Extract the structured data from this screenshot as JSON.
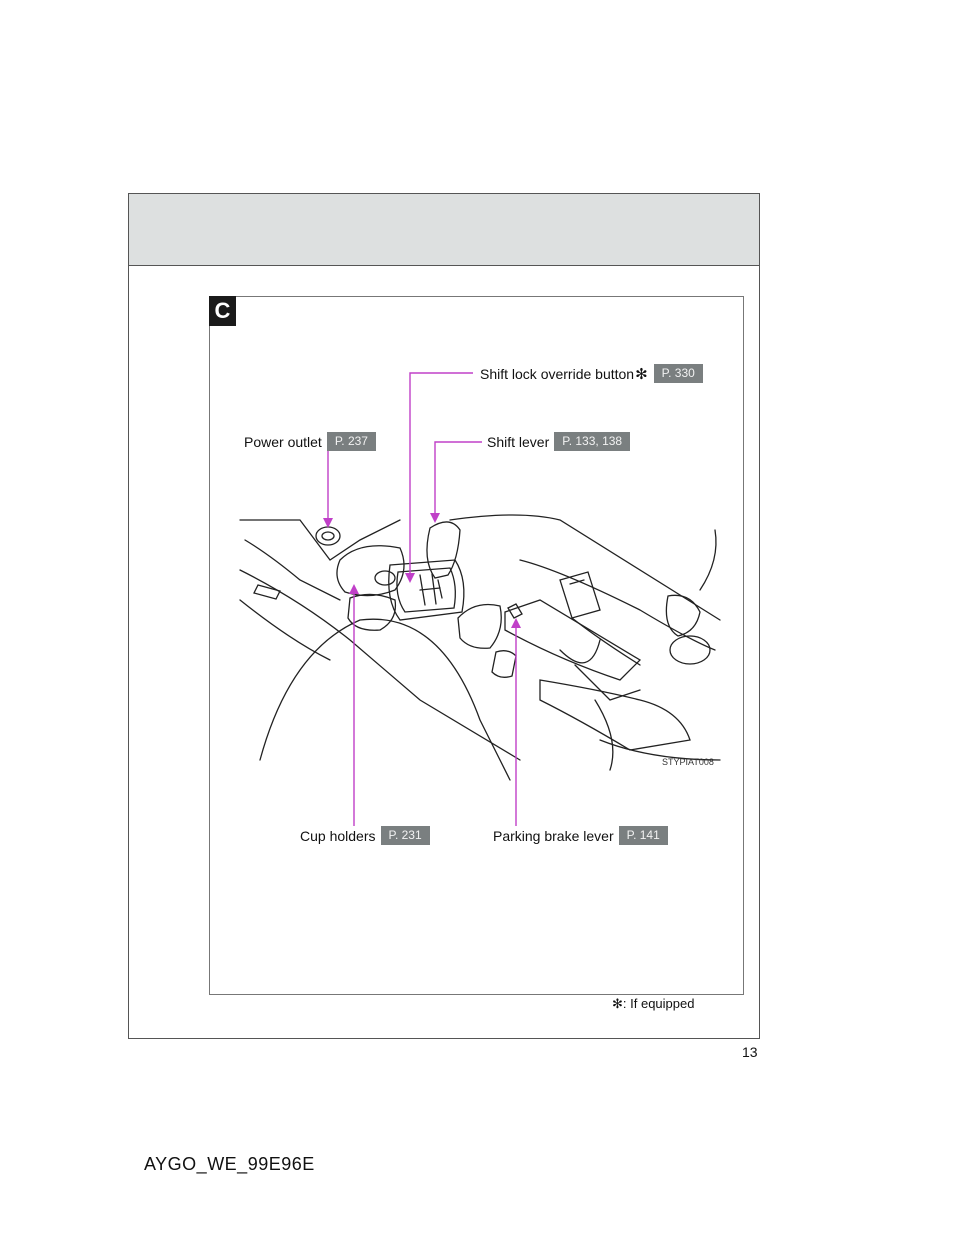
{
  "section_tab": "C",
  "callouts": {
    "shift_lock": {
      "label": "Shift lock override button",
      "mark": "✻",
      "ref": "P. 330"
    },
    "power_outlet": {
      "label": "Power outlet",
      "ref": "P. 237"
    },
    "shift_lever": {
      "label": "Shift lever",
      "ref": "P. 133, 138"
    },
    "cup_holders": {
      "label": "Cup holders",
      "ref": "P. 231"
    },
    "parking_brake": {
      "label": "Parking brake lever",
      "ref": "P. 141"
    }
  },
  "figure_code": "STYPIAT008",
  "footnote": {
    "mark": "✻",
    "text": ": If equipped"
  },
  "page_number": "13",
  "document_code": "AYGO_WE_99E96E",
  "colors": {
    "leader_line": "#c040c8",
    "ref_badge": "#7a7f80",
    "header_band": "#dde0e0"
  }
}
